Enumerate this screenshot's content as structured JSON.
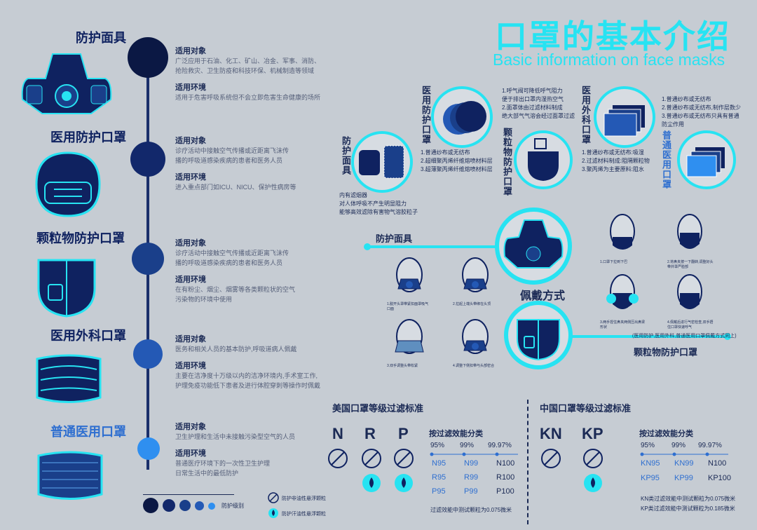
{
  "title": {
    "cn": "口罩的基本介绍",
    "en": "Basic information on face masks"
  },
  "timeline": [
    {
      "name": "防护面具",
      "target_label": "适用对象",
      "target_text_1": "广泛应用于石油、化工、矿山、冶金、军事、消防、",
      "target_text_2": "抢险救灾、卫生防疫和科技环保、机械制造等领域",
      "env_label": "适用环境",
      "env_text_1": "适用于危害呼吸系统但不会立即危害生命健康的场所",
      "env_text_2": ""
    },
    {
      "name": "医用防护口罩",
      "target_label": "适用对象",
      "target_text_1": "诊疗活动中接触空气传播或近距离飞沫传",
      "target_text_2": "播的呼吸道感染疾病的患者和医务人员",
      "env_label": "适用环境",
      "env_text_1": "进入重点部门如ICU、NICU、保护性病房等",
      "env_text_2": ""
    },
    {
      "name": "颗粒物防护口罩",
      "target_label": "适用对象",
      "target_text_1": "诊疗活动中接触空气传播或近距离飞沫传",
      "target_text_2": "播的呼吸道感染疾病的患者和医务人员",
      "env_label": "适用环境",
      "env_text_1": "在有粉尘、烟尘、烟雾等各类颗粒状的空气",
      "env_text_2": "污染物的环境中使用"
    },
    {
      "name": "医用外科口罩",
      "target_label": "适用对象",
      "target_text_1": "医务和相关人员的基本防护,呼吸道病人佩戴",
      "target_text_2": "",
      "env_label": "适用环境",
      "env_text_1": "主要在洁净度十万级以内的洁净环境内,手术室工作,",
      "env_text_2": "护理免疫功能低下患者及进行体腔穿刺等操作时佩戴"
    },
    {
      "name": "普通医用口罩",
      "target_label": "适用对象",
      "target_text_1": "卫生护理和生活中未接触污染型空气的人员",
      "target_text_2": "",
      "env_label": "适用环境",
      "env_text_1": "普通医疗环境下的一次性卫生护理",
      "env_text_2": "日常生活中的最低防护"
    }
  ],
  "legend": {
    "protection_level": "防护级别"
  },
  "structure": {
    "gas_mask": {
      "label": "防护面具",
      "note_1": "内有滤烟器",
      "note_2": "对人体呼吸不产生明显阻力",
      "note_3": "能够高效滤除有害物气溶胶粒子"
    },
    "medical_protective": {
      "label": "医用防护口罩",
      "item_1": "1.普通纱布或无纺布",
      "item_2": "2.超细聚丙烯纤维熔喷材料层",
      "item_3": "3.超薄聚丙烯纤维熔喷材料层"
    },
    "particulate": {
      "label": "颗粒物防护口罩",
      "item_1": "1.呼气阀可降低呼气阻力",
      "item_2": "便于排出口罩内湿热空气",
      "item_3": "2.面罩体由过滤材料制成",
      "item_4": "绝大部气气溶会经过面罩过滤"
    },
    "surgical": {
      "label": "医用外科口罩",
      "item_1": "1.普通纱布或无纺布:吸湿",
      "item_2": "2.过滤材料制成:阻隔颗粒物",
      "item_3": "3.聚丙烯为主要原料:阻水"
    },
    "general": {
      "label": "普通医用口罩",
      "item_1": "1.普通纱布或无纺布",
      "item_2": "2.普通纱布或无纺布,制作层数少",
      "item_3": "3.普通纱布或无纺布只具有普通",
      "item_4": "防尘作用"
    }
  },
  "wearing": {
    "title": "佩戴方式",
    "gas_mask_label": "防护面具",
    "particulate_label": "颗粒物防护口罩",
    "note": "(医用防护,医用外科,普通医用口罩佩戴方式同上)",
    "gas_steps": [
      "1.脱开头罩带紧扣面罩吸气口面",
      "2.拉起上端头带绑在头顶",
      "3.双手调整头带松紧",
      "4.调整下侧扣带与头部密合"
    ],
    "mask_steps": [
      "1.口罩下拉到下巴",
      "2.将鼻夹按一下翻转,调整好头带并罩严脸部",
      "3.两手捏住鼻夹两侧压出鼻梁形状",
      "4.佩戴后进行气密检查,双手捂住口罩快速呼气"
    ]
  },
  "us_standard": {
    "title": "美国口罩等级过滤标准",
    "grades": [
      "N",
      "R",
      "P"
    ],
    "subtitle": "按过滤效能分类",
    "pcts": [
      "95%",
      "99%",
      "99.97%"
    ],
    "rows": [
      [
        "N95",
        "N99",
        "N100"
      ],
      [
        "R95",
        "R99",
        "R100"
      ],
      [
        "P95",
        "P99",
        "P100"
      ]
    ],
    "footnote": "过滤效能中测试颗粒为0.075微米"
  },
  "cn_standard": {
    "title": "中国口罩等级过滤标准",
    "grades": [
      "KN",
      "KP"
    ],
    "subtitle": "按过滤效能分类",
    "pcts": [
      "95%",
      "99%",
      "99.97%"
    ],
    "rows": [
      [
        "KN95",
        "KN99",
        "N100"
      ],
      [
        "KP95",
        "KP99",
        "KP100"
      ]
    ],
    "footnote_1": "KN类过滤效能中测试颗粒为0.075微米",
    "footnote_2": "KP类过滤效能中测试颗粒为0.185微米"
  },
  "filter_legend": {
    "nonoil": "防护非油性悬浮颗粒",
    "oil": "防护汗油性悬浮颗粒"
  },
  "colors": {
    "accent": "#27e3f2",
    "navy": "#0f2260",
    "background": "#c6ccd3"
  }
}
